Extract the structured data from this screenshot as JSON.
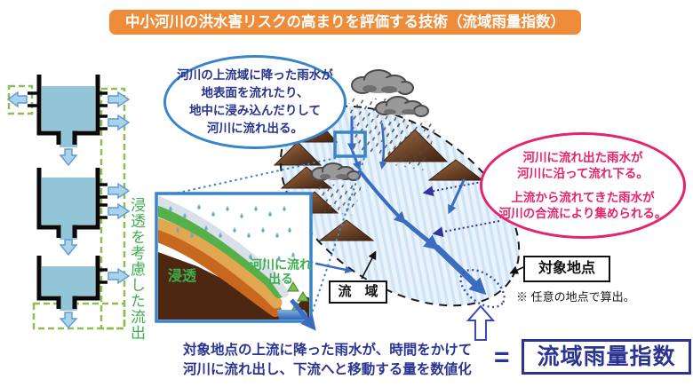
{
  "banner": {
    "title": "中小河川の洪水害リスクの高まりを評価する技術（流域雨量指数）"
  },
  "tank_model": {
    "side_label": "浸透を考慮した流出"
  },
  "upstream_balloon": {
    "line1": "河川の上流域に降った雨水が",
    "line2": "地表面を流れたり、",
    "line3": "地中に浸み込んだりして",
    "line4": "河川に流れ出る。"
  },
  "downstream_balloon": {
    "p1_line1": "河川に流れ出た雨水が",
    "p1_line2": "河川に沿って流れ下る。",
    "p2_line1": "上流から流れてきた雨水が",
    "p2_line2": "河川の合流により集められる。"
  },
  "inset": {
    "infiltration": "浸透",
    "outflow": "河川に流れ出る"
  },
  "watershed": {
    "label": "流　域"
  },
  "target": {
    "label": "対象地点",
    "note": "※ 任意の地点で算出。"
  },
  "summary": {
    "line1": "対象地点の上流に降った雨水が、時間をかけて",
    "line2": "河川に流れ出し、下流へと移動する量を数値化",
    "equals": "=",
    "result": "流域雨量指数"
  },
  "colors": {
    "banner_bg": "#EF8C3A",
    "navy": "#2B3490",
    "pink": "#E5246E",
    "balloon_blue": "#3A84C8",
    "river_blue": "#3C6CC0",
    "green": "#3FAE4F",
    "dash_green": "#8CBF4F",
    "tank_fill": "#92C5D8",
    "cloud_gray": "#999999"
  }
}
